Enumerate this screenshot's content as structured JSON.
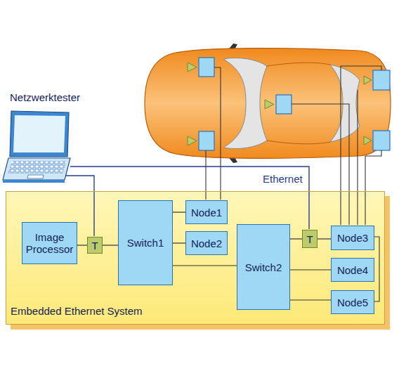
{
  "diagram": {
    "nodes": [
      {
        "text": [
          "Embedded Ethernet System"
        ]
      },
      {
        "text": [
          "Image Processor"
        ],
        "in": 0
      },
      {
        "text": [
          "T"
        ],
        "in": 0
      },
      {
        "text": [
          "Switch1"
        ],
        "in": 0
      },
      {
        "text": [
          "Node1"
        ],
        "in": 0
      },
      {
        "text": [
          "Node2"
        ],
        "in": 0
      },
      {
        "text": [
          "Switch2"
        ],
        "in": 0
      },
      {
        "text": [
          "T"
        ],
        "in": 0
      },
      {
        "text": [
          "Node3"
        ],
        "in": 0
      },
      {
        "text": [
          "Node4"
        ],
        "in": 0
      },
      {
        "text": [
          "Node5"
        ],
        "in": 0
      }
    ],
    "edges": [
      {
        "from": 1,
        "to": 2,
        "arrow": "none"
      },
      {
        "from": 2,
        "to": 3,
        "arrow": "none"
      },
      {
        "from": 3,
        "to": 4,
        "arrow": "none"
      },
      {
        "from": 3,
        "to": 5,
        "arrow": "none"
      },
      {
        "from": 3,
        "to": 6,
        "arrow": "none"
      },
      {
        "from": 6,
        "to": 7,
        "arrow": "none"
      },
      {
        "from": 7,
        "to": 8,
        "arrow": "none"
      },
      {
        "from": 6,
        "to": 9,
        "arrow": "none"
      },
      {
        "from": 6,
        "to": 10,
        "arrow": "none"
      }
    ],
    "labels": [
      "Netzwerktester",
      "Ethernet"
    ]
  }
}
